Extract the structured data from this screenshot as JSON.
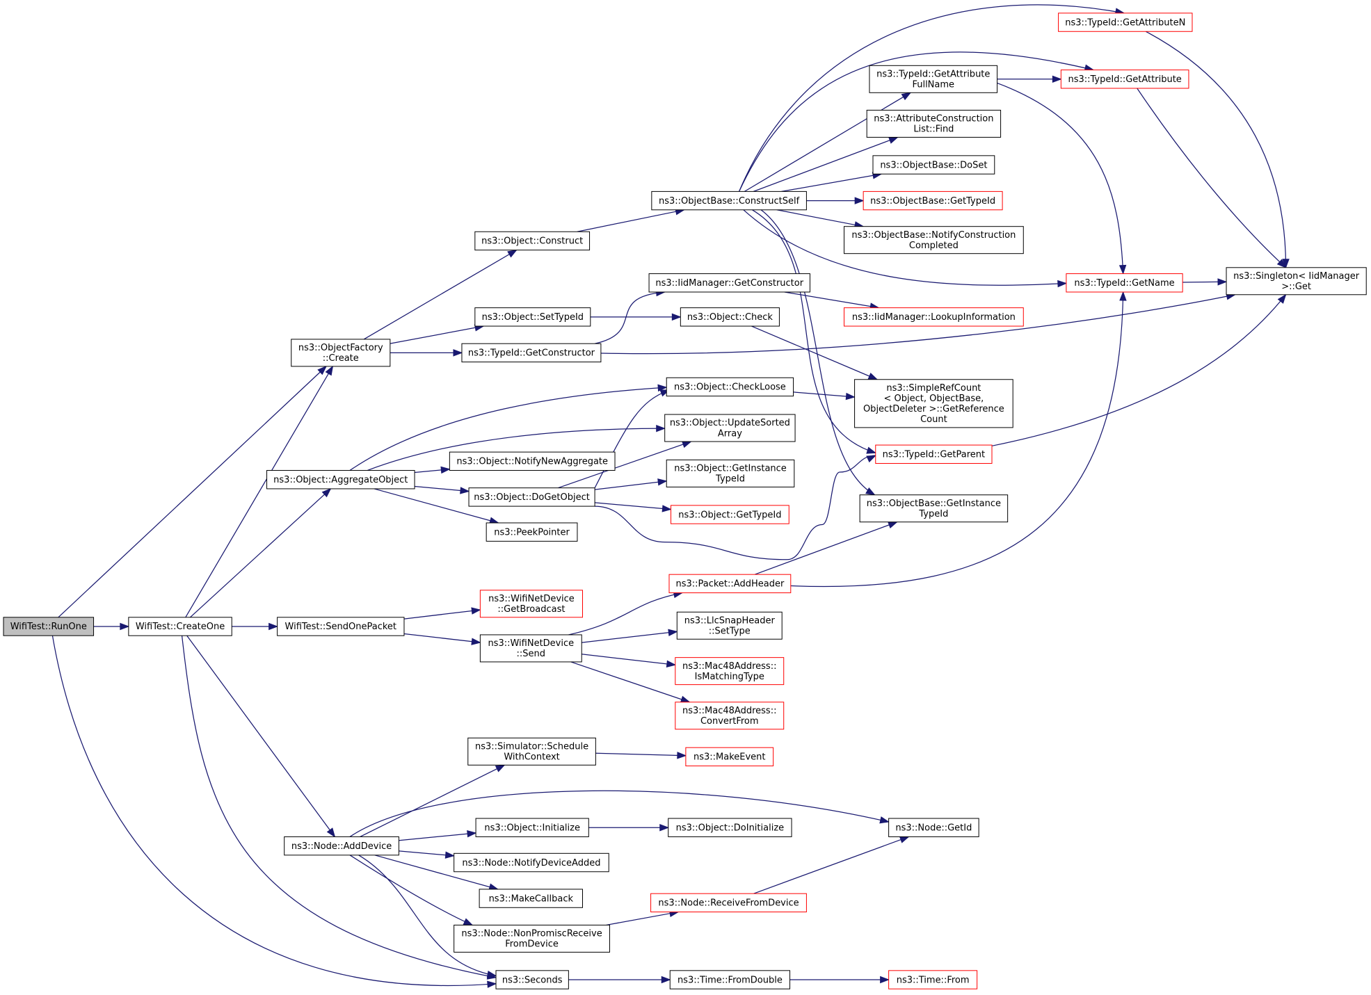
{
  "nodes": [
    {
      "id": "runone",
      "lines": [
        "WifiTest::RunOne"
      ],
      "style": "root"
    },
    {
      "id": "createone",
      "lines": [
        "WifiTest::CreateOne"
      ],
      "style": "normal"
    },
    {
      "id": "objfactory",
      "lines": [
        "ns3::ObjectFactory",
        "::Create"
      ],
      "style": "normal"
    },
    {
      "id": "aggregate",
      "lines": [
        "ns3::Object::AggregateObject"
      ],
      "style": "normal"
    },
    {
      "id": "sendonepacket",
      "lines": [
        "WifiTest::SendOnePacket"
      ],
      "style": "normal"
    },
    {
      "id": "adddevice",
      "lines": [
        "ns3::Node::AddDevice"
      ],
      "style": "normal"
    },
    {
      "id": "seconds",
      "lines": [
        "ns3::Seconds"
      ],
      "style": "normal"
    },
    {
      "id": "construct",
      "lines": [
        "ns3::Object::Construct"
      ],
      "style": "normal"
    },
    {
      "id": "settypeid",
      "lines": [
        "ns3::Object::SetTypeId"
      ],
      "style": "normal"
    },
    {
      "id": "typeidgetctor",
      "lines": [
        "ns3::TypeId::GetConstructor"
      ],
      "style": "normal"
    },
    {
      "id": "notifynewagg",
      "lines": [
        "ns3::Object::NotifyNewAggregate"
      ],
      "style": "normal"
    },
    {
      "id": "dogetobject",
      "lines": [
        "ns3::Object::DoGetObject"
      ],
      "style": "normal"
    },
    {
      "id": "peekpointer",
      "lines": [
        "ns3::PeekPointer"
      ],
      "style": "normal"
    },
    {
      "id": "getbroadcast",
      "lines": [
        "ns3::WifiNetDevice",
        "::GetBroadcast"
      ],
      "style": "truncated"
    },
    {
      "id": "wifisend",
      "lines": [
        "ns3::WifiNetDevice",
        "::Send"
      ],
      "style": "normal"
    },
    {
      "id": "schedulectx",
      "lines": [
        "ns3::Simulator::Schedule",
        "WithContext"
      ],
      "style": "normal"
    },
    {
      "id": "objinit",
      "lines": [
        "ns3::Object::Initialize"
      ],
      "style": "normal"
    },
    {
      "id": "notifydevadded",
      "lines": [
        "ns3::Node::NotifyDeviceAdded"
      ],
      "style": "normal"
    },
    {
      "id": "makecallback",
      "lines": [
        "ns3::MakeCallback"
      ],
      "style": "normal"
    },
    {
      "id": "nonpromisc",
      "lines": [
        "ns3::Node::NonPromiscReceive",
        "FromDevice"
      ],
      "style": "normal"
    },
    {
      "id": "constructself",
      "lines": [
        "ns3::ObjectBase::ConstructSelf"
      ],
      "style": "normal"
    },
    {
      "id": "iidgetctor",
      "lines": [
        "ns3::IidManager::GetConstructor"
      ],
      "style": "normal"
    },
    {
      "id": "objcheck",
      "lines": [
        "ns3::Object::Check"
      ],
      "style": "normal"
    },
    {
      "id": "checkloose",
      "lines": [
        "ns3::Object::CheckLoose"
      ],
      "style": "normal"
    },
    {
      "id": "updatesorted",
      "lines": [
        "ns3::Object::UpdateSorted",
        "Array"
      ],
      "style": "normal"
    },
    {
      "id": "objgetinsttypeid",
      "lines": [
        "ns3::Object::GetInstance",
        "TypeId"
      ],
      "style": "normal"
    },
    {
      "id": "objgettypeid",
      "lines": [
        "ns3::Object::GetTypeId"
      ],
      "style": "truncated"
    },
    {
      "id": "addheader",
      "lines": [
        "ns3::Packet::AddHeader"
      ],
      "style": "truncated"
    },
    {
      "id": "llcsettype",
      "lines": [
        "ns3::LlcSnapHeader",
        "::SetType"
      ],
      "style": "normal"
    },
    {
      "id": "ismatching",
      "lines": [
        "ns3::Mac48Address::",
        "IsMatchingType"
      ],
      "style": "truncated"
    },
    {
      "id": "convertfrom",
      "lines": [
        "ns3::Mac48Address::",
        "ConvertFrom"
      ],
      "style": "truncated"
    },
    {
      "id": "makeevent",
      "lines": [
        "ns3::MakeEvent"
      ],
      "style": "truncated"
    },
    {
      "id": "doinit",
      "lines": [
        "ns3::Object::DoInitialize"
      ],
      "style": "normal"
    },
    {
      "id": "receivefromdev",
      "lines": [
        "ns3::Node::ReceiveFromDevice"
      ],
      "style": "truncated"
    },
    {
      "id": "fromdouble",
      "lines": [
        "ns3::Time::FromDouble"
      ],
      "style": "normal"
    },
    {
      "id": "timefrom",
      "lines": [
        "ns3::Time::From"
      ],
      "style": "truncated"
    },
    {
      "id": "getattrfullname",
      "lines": [
        "ns3::TypeId::GetAttribute",
        "FullName"
      ],
      "style": "normal"
    },
    {
      "id": "attrlistfind",
      "lines": [
        "ns3::AttributeConstruction",
        "List::Find"
      ],
      "style": "normal"
    },
    {
      "id": "doset",
      "lines": [
        "ns3::ObjectBase::DoSet"
      ],
      "style": "normal"
    },
    {
      "id": "objbasegettypeid",
      "lines": [
        "ns3::ObjectBase::GetTypeId"
      ],
      "style": "truncated"
    },
    {
      "id": "notifyconstruction",
      "lines": [
        "ns3::ObjectBase::NotifyConstruction",
        "Completed"
      ],
      "style": "normal"
    },
    {
      "id": "lookupinfo",
      "lines": [
        "ns3::IidManager::LookupInformation"
      ],
      "style": "truncated"
    },
    {
      "id": "getrefcount",
      "lines": [
        "ns3::SimpleRefCount",
        "< Object, ObjectBase,",
        " ObjectDeleter >::GetReference",
        "Count"
      ],
      "style": "normal"
    },
    {
      "id": "getparent",
      "lines": [
        "ns3::TypeId::GetParent"
      ],
      "style": "truncated"
    },
    {
      "id": "objbasegetinst",
      "lines": [
        "ns3::ObjectBase::GetInstance",
        "TypeId"
      ],
      "style": "normal"
    },
    {
      "id": "getattributen",
      "lines": [
        "ns3::TypeId::GetAttributeN"
      ],
      "style": "truncated"
    },
    {
      "id": "getattribute",
      "lines": [
        "ns3::TypeId::GetAttribute"
      ],
      "style": "truncated"
    },
    {
      "id": "getname",
      "lines": [
        "ns3::TypeId::GetName"
      ],
      "style": "truncated"
    },
    {
      "id": "singletonget",
      "lines": [
        "ns3::Singleton< IidManager",
        " >::Get"
      ],
      "style": "normal"
    },
    {
      "id": "nodegetid",
      "lines": [
        "ns3::Node::GetId"
      ],
      "style": "normal"
    }
  ],
  "edges": [
    {
      "from": "runone",
      "to": "createone"
    },
    {
      "from": "runone",
      "to": "objfactory"
    },
    {
      "from": "runone",
      "to": "seconds"
    },
    {
      "from": "createone",
      "to": "objfactory"
    },
    {
      "from": "createone",
      "to": "aggregate"
    },
    {
      "from": "createone",
      "to": "sendonepacket"
    },
    {
      "from": "createone",
      "to": "adddevice"
    },
    {
      "from": "createone",
      "to": "seconds"
    },
    {
      "from": "objfactory",
      "to": "construct"
    },
    {
      "from": "objfactory",
      "to": "settypeid"
    },
    {
      "from": "objfactory",
      "to": "typeidgetctor"
    },
    {
      "from": "aggregate",
      "to": "checkloose"
    },
    {
      "from": "aggregate",
      "to": "updatesorted"
    },
    {
      "from": "aggregate",
      "to": "notifynewagg"
    },
    {
      "from": "aggregate",
      "to": "dogetobject"
    },
    {
      "from": "aggregate",
      "to": "peekpointer"
    },
    {
      "from": "sendonepacket",
      "to": "getbroadcast"
    },
    {
      "from": "sendonepacket",
      "to": "wifisend"
    },
    {
      "from": "adddevice",
      "to": "schedulectx"
    },
    {
      "from": "adddevice",
      "to": "nodegetid"
    },
    {
      "from": "adddevice",
      "to": "objinit"
    },
    {
      "from": "adddevice",
      "to": "notifydevadded"
    },
    {
      "from": "adddevice",
      "to": "makecallback"
    },
    {
      "from": "adddevice",
      "to": "nonpromisc"
    },
    {
      "from": "adddevice",
      "to": "seconds"
    },
    {
      "from": "construct",
      "to": "constructself"
    },
    {
      "from": "settypeid",
      "to": "objcheck"
    },
    {
      "from": "typeidgetctor",
      "to": "iidgetctor"
    },
    {
      "from": "typeidgetctor",
      "to": "singletonget"
    },
    {
      "from": "dogetobject",
      "to": "checkloose"
    },
    {
      "from": "dogetobject",
      "to": "updatesorted"
    },
    {
      "from": "dogetobject",
      "to": "objgetinsttypeid"
    },
    {
      "from": "dogetobject",
      "to": "objgettypeid"
    },
    {
      "from": "dogetobject",
      "to": "getparent"
    },
    {
      "from": "wifisend",
      "to": "addheader"
    },
    {
      "from": "wifisend",
      "to": "llcsettype"
    },
    {
      "from": "wifisend",
      "to": "ismatching"
    },
    {
      "from": "wifisend",
      "to": "convertfrom"
    },
    {
      "from": "schedulectx",
      "to": "makeevent"
    },
    {
      "from": "objinit",
      "to": "doinit"
    },
    {
      "from": "nonpromisc",
      "to": "receivefromdev"
    },
    {
      "from": "seconds",
      "to": "fromdouble"
    },
    {
      "from": "constructself",
      "to": "getattributen"
    },
    {
      "from": "constructself",
      "to": "getattribute"
    },
    {
      "from": "constructself",
      "to": "getattrfullname"
    },
    {
      "from": "constructself",
      "to": "attrlistfind"
    },
    {
      "from": "constructself",
      "to": "doset"
    },
    {
      "from": "constructself",
      "to": "objbasegettypeid"
    },
    {
      "from": "constructself",
      "to": "notifyconstruction"
    },
    {
      "from": "constructself",
      "to": "getname"
    },
    {
      "from": "constructself",
      "to": "getparent"
    },
    {
      "from": "constructself",
      "to": "objbasegetinst"
    },
    {
      "from": "iidgetctor",
      "to": "lookupinfo"
    },
    {
      "from": "objcheck",
      "to": "getrefcount"
    },
    {
      "from": "checkloose",
      "to": "getrefcount"
    },
    {
      "from": "addheader",
      "to": "objbasegetinst"
    },
    {
      "from": "addheader",
      "to": "getname"
    },
    {
      "from": "receivefromdev",
      "to": "nodegetid"
    },
    {
      "from": "fromdouble",
      "to": "timefrom"
    },
    {
      "from": "getattrfullname",
      "to": "getattribute"
    },
    {
      "from": "getattrfullname",
      "to": "getname"
    },
    {
      "from": "getattribute",
      "to": "singletonget"
    },
    {
      "from": "getattributen",
      "to": "singletonget"
    },
    {
      "from": "getname",
      "to": "singletonget"
    },
    {
      "from": "getparent",
      "to": "singletonget"
    }
  ]
}
